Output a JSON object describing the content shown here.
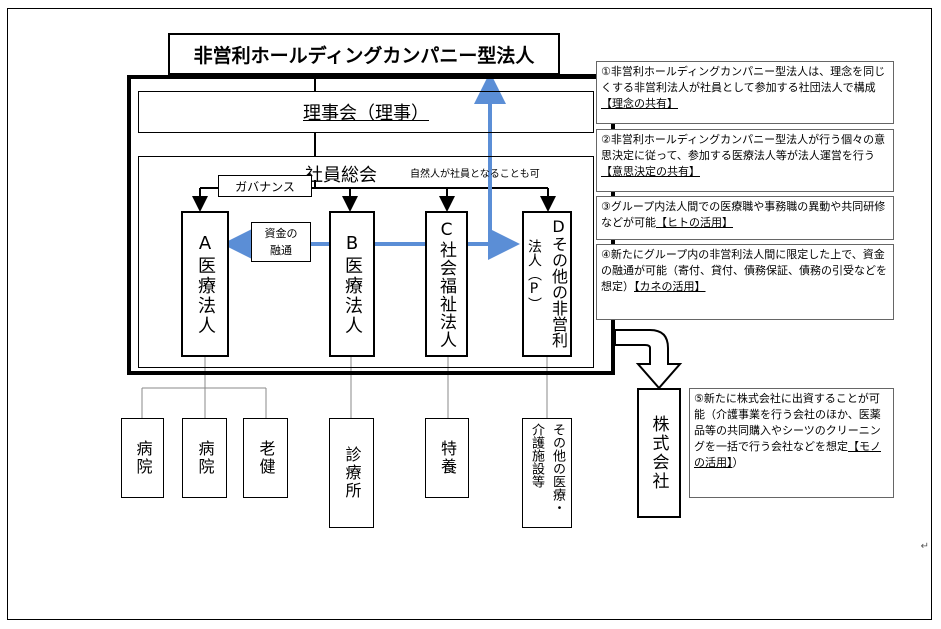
{
  "title": "非営利ホールディングカンパニー型法人",
  "board": "理事会（理事）",
  "general_meeting": "社員総会",
  "general_meeting_note": "自然人が社員となることも可",
  "governance": "ガバナンス",
  "fund_label": [
    "資金の",
    "融通"
  ],
  "entities": {
    "a": {
      "letter": "A",
      "name": "医療法人"
    },
    "b": {
      "letter": "B",
      "name": "医療法人"
    },
    "c": {
      "letter": "C",
      "name": "社会福祉法人"
    },
    "d": {
      "letter": "D",
      "name_col1": "その他の非営利",
      "name_col2": "法人（P）"
    }
  },
  "facilities": {
    "hospital1": "病院",
    "hospital2": "病院",
    "roken": "老健",
    "clinic": "診療所",
    "tokuyou": "特養",
    "other": [
      "その他の医療・",
      "介護施設等"
    ]
  },
  "company": "株式会社",
  "notes": {
    "n1": {
      "text": "①非営利ホールディングカンパニー型法人は、理念を同じくする非営利法人が社員として参加する社団法人で構成",
      "tag": "【理念の共有】"
    },
    "n2": {
      "text": "②非営利ホールディングカンパニー型法人が行う個々の意思決定に従って、参加する医療法人等が法人運営を行う",
      "tag": "【意思決定の共有】"
    },
    "n3": {
      "text": "③グループ内法人間での医療職や事務職の異動や共同研修などが可能",
      "tag": "【ヒトの活用】"
    },
    "n4": {
      "text": "④新たにグループ内の非営利法人間に限定した上で、資金の融通が可能（寄付、貸付、債務保証、債務の引受などを想定）",
      "tag": "【カネの活用】"
    },
    "n5": {
      "text": "⑤新たに株式会社に出資することが可能（介護事業を行う会社のほか、医薬品等の共同購入やシーツのクリーニングを一括で行う会社などを想定",
      "tag": "【モノの活用】",
      "tail": "）"
    }
  },
  "return_mark": "↵",
  "colors": {
    "arrow_blue": "#5b8ed6",
    "border": "#000000",
    "note_border": "#666666"
  }
}
